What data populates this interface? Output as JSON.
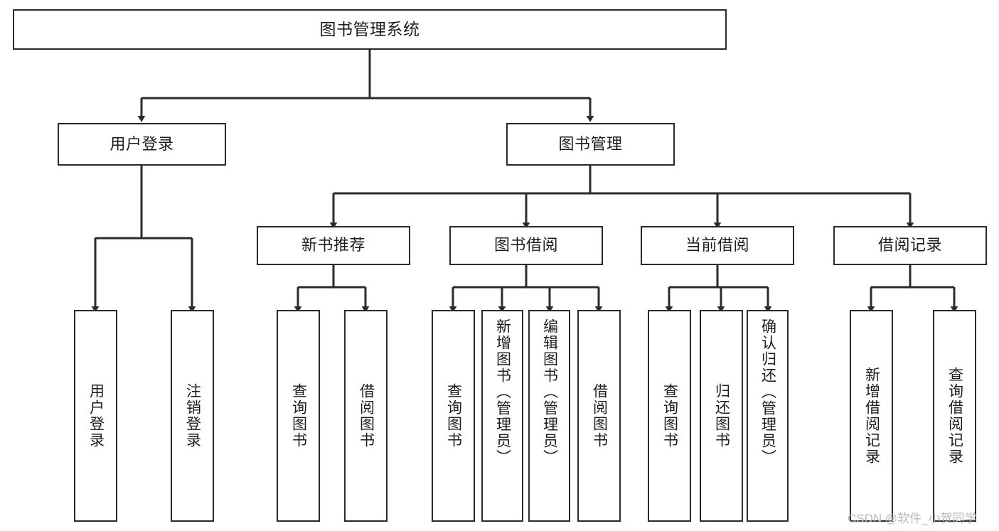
{
  "diagram": {
    "type": "tree-hierarchy-flowchart",
    "title": "图书管理系统",
    "watermark": "CSDN @软件_小贺同学",
    "colors": {
      "box_border": "#2b2b2b",
      "box_fill": "#ffffff",
      "edge": "#2b2b2b",
      "text": "#1d1d1d",
      "watermark": "#b9b9b9",
      "background": "#ffffff"
    },
    "nodes": {
      "root": {
        "label": "图书管理系统",
        "level": 0
      },
      "user_login": {
        "label": "用户登录",
        "level": 1
      },
      "book_manage": {
        "label": "图书管理",
        "level": 1
      },
      "new_book_rec": {
        "label": "新书推荐",
        "level": 2
      },
      "book_borrow": {
        "label": "图书借阅",
        "level": 2
      },
      "current_borrow": {
        "label": "当前借阅",
        "level": 2
      },
      "borrow_record": {
        "label": "借阅记录",
        "level": 2
      },
      "leaf_user_login": {
        "label": "用户登录",
        "level": 3
      },
      "leaf_logout": {
        "label": "注销登录",
        "level": 3
      },
      "leaf_query_book_1": {
        "label": "查询图书",
        "level": 3
      },
      "leaf_borrow_book_1": {
        "label": "借阅图书",
        "level": 3
      },
      "leaf_query_book_2": {
        "label": "查询图书",
        "level": 3
      },
      "leaf_add_book_admin": {
        "label": "新增图书（管理员）",
        "level": 3
      },
      "leaf_edit_book_admin": {
        "label": "编辑图书（管理员）",
        "level": 3
      },
      "leaf_borrow_book_2": {
        "label": "借阅图书",
        "level": 3
      },
      "leaf_query_book_3": {
        "label": "查询图书",
        "level": 3
      },
      "leaf_return_book": {
        "label": "归还图书",
        "level": 3
      },
      "leaf_confirm_return_admin": {
        "label": "确认归还（管理员）",
        "level": 3
      },
      "leaf_add_borrow_record": {
        "label": "新增借阅记录",
        "level": 3
      },
      "leaf_query_borrow_record": {
        "label": "查询借阅记录",
        "level": 3
      }
    },
    "edges": [
      {
        "from": "root",
        "to": "user_login"
      },
      {
        "from": "root",
        "to": "book_manage"
      },
      {
        "from": "user_login",
        "to": "leaf_user_login"
      },
      {
        "from": "user_login",
        "to": "leaf_logout"
      },
      {
        "from": "book_manage",
        "to": "new_book_rec"
      },
      {
        "from": "book_manage",
        "to": "book_borrow"
      },
      {
        "from": "book_manage",
        "to": "current_borrow"
      },
      {
        "from": "book_manage",
        "to": "borrow_record"
      },
      {
        "from": "new_book_rec",
        "to": "leaf_query_book_1"
      },
      {
        "from": "new_book_rec",
        "to": "leaf_borrow_book_1"
      },
      {
        "from": "book_borrow",
        "to": "leaf_query_book_2"
      },
      {
        "from": "book_borrow",
        "to": "leaf_add_book_admin"
      },
      {
        "from": "book_borrow",
        "to": "leaf_edit_book_admin"
      },
      {
        "from": "book_borrow",
        "to": "leaf_borrow_book_2"
      },
      {
        "from": "current_borrow",
        "to": "leaf_query_book_3"
      },
      {
        "from": "current_borrow",
        "to": "leaf_return_book"
      },
      {
        "from": "current_borrow",
        "to": "leaf_confirm_return_admin"
      },
      {
        "from": "borrow_record",
        "to": "leaf_add_borrow_record"
      },
      {
        "from": "borrow_record",
        "to": "leaf_query_borrow_record"
      }
    ]
  }
}
